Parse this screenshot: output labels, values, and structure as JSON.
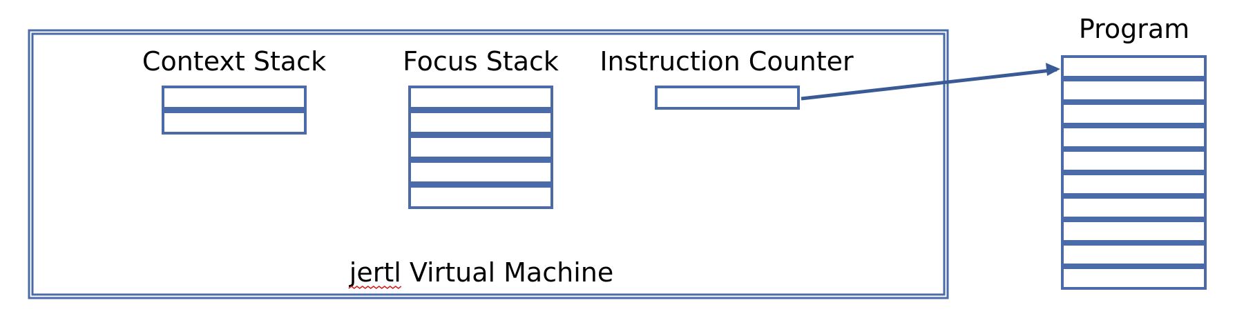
{
  "colors": {
    "box_stroke": "#4a6aa8",
    "arrow": "#3a5a96",
    "text": "#000000",
    "spellcheck_underline": "#d02020"
  },
  "labels": {
    "context_stack": "Context Stack",
    "focus_stack": "Focus Stack",
    "instruction_counter": "Instruction Counter",
    "program": "Program",
    "vm_prefix": "jertl",
    "vm_suffix": " Virtual Machine"
  },
  "stacks": {
    "context_stack_slots": 2,
    "focus_stack_slots": 5,
    "instruction_counter_slots": 1,
    "program_slots": 10
  }
}
